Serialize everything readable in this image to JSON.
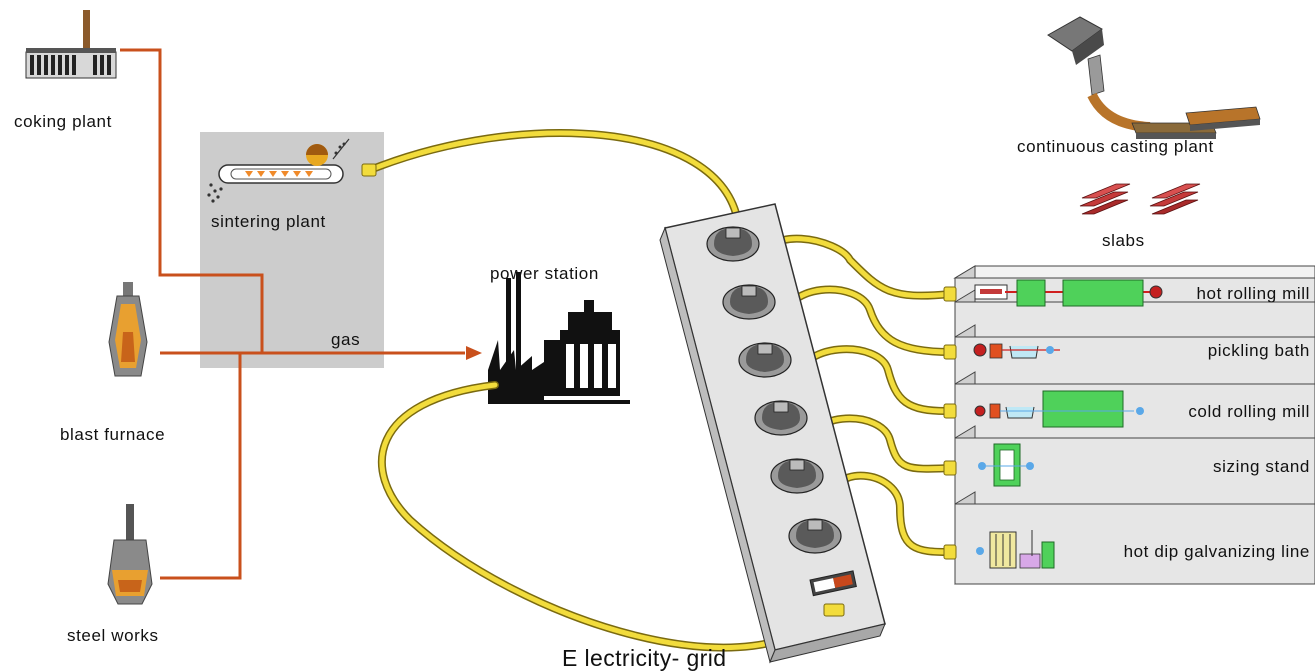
{
  "colors": {
    "gas_line": "#c9501c",
    "cable": "#f2dc3c",
    "cable_outline": "#7a6a10",
    "rack_face": "#e6e6e6",
    "rack_side": "#cfcfcf",
    "strip": "#e4e4e4",
    "shade": "#cccccc",
    "roller": "#4fd15a",
    "slab": "#c43a3a",
    "steel_hot": "#e8a030"
  },
  "labels": {
    "coking_plant": "coking plant",
    "sintering_plant": "sintering plant",
    "blast_furnace": "blast furnace",
    "steel_works": "steel works",
    "power_station": "power station",
    "gas": "gas",
    "continuous_casting": "continuous casting plant",
    "slabs": "slabs",
    "electricity_grid": "E lectricity- grid"
  },
  "consumers": [
    {
      "label": "hot rolling mill"
    },
    {
      "label": "pickling bath"
    },
    {
      "label": "cold rolling mill"
    },
    {
      "label": "sizing stand"
    },
    {
      "label": "hot dip galvanizing line"
    }
  ],
  "icons": {
    "coking_plant": "coking-plant-icon",
    "sintering_plant": "sintering-plant-icon",
    "blast_furnace": "blast-furnace-icon",
    "steel_works": "converter-icon",
    "power_station": "power-station-icon",
    "power_strip": "power-strip-icon",
    "continuous_casting": "continuous-casting-icon",
    "slabs": "slab-icon"
  }
}
